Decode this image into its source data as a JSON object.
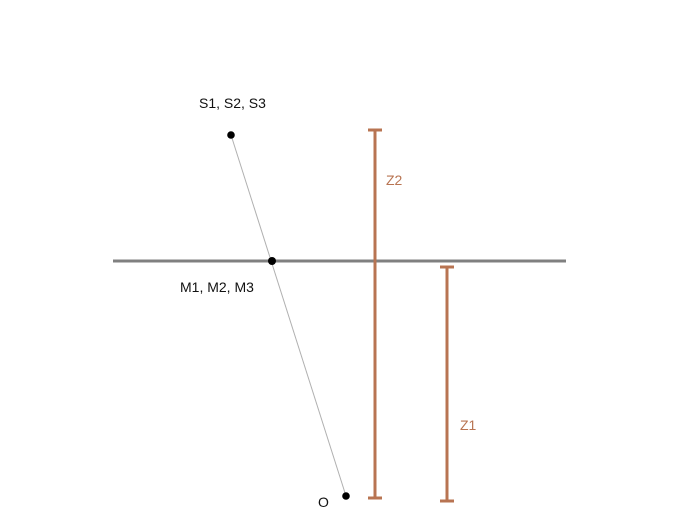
{
  "labels": {
    "source_points": "S1, S2, S3",
    "mirror_points": "M1, M2, M3",
    "observer": "O",
    "z2": "Z2",
    "z1": "Z1"
  },
  "colors": {
    "background": "#ffffff",
    "mirror_line": "#808080",
    "ray_line": "#b0b0b0",
    "points": "#000000",
    "dimension": "#b87452"
  }
}
